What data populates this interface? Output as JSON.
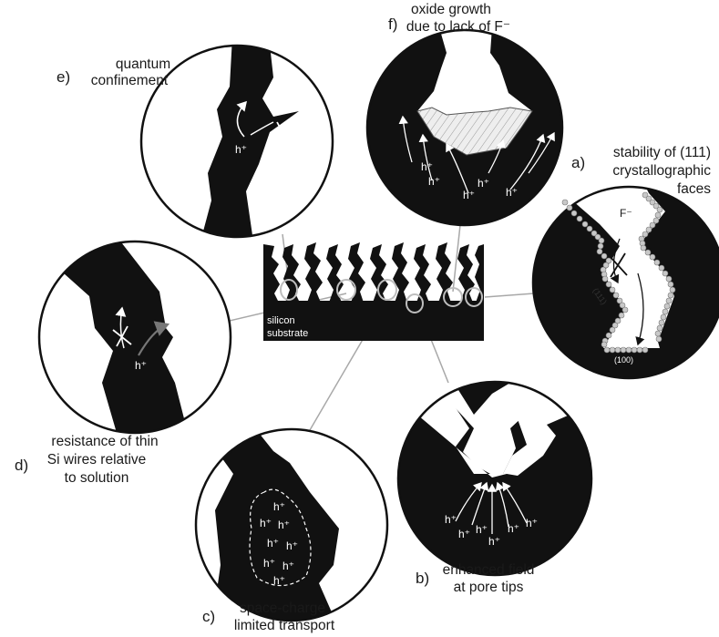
{
  "panels": {
    "a": {
      "letter": "a)",
      "lines": [
        "stability of (111)",
        "crystallographic",
        "faces"
      ],
      "ion": "F⁻",
      "face_111": "(111)",
      "face_100": "(100)"
    },
    "b": {
      "letter": "b)",
      "lines": [
        "enhanced field",
        "at pore tips"
      ],
      "hole": "h⁺"
    },
    "c": {
      "letter": "c)",
      "lines": [
        "space-charge",
        "limited transport"
      ],
      "hole": "h⁺"
    },
    "d": {
      "letter": "d)",
      "lines": [
        "resistance of thin",
        "Si wires relative",
        "to solution"
      ],
      "hole": "h⁺"
    },
    "e": {
      "letter": "e)",
      "lines": [
        "quantum",
        "confinement"
      ],
      "hole": "h⁺"
    },
    "f": {
      "letter": "f)",
      "lines": [
        "oxide growth",
        "due to lack of F⁻"
      ],
      "hole": "h⁺"
    }
  },
  "substrate": {
    "lines": [
      "silicon",
      "substrate"
    ]
  },
  "colors": {
    "silicon": "#111111",
    "background": "#ffffff",
    "connector": "#a8a8a8",
    "oxide": "#e8e8e8",
    "atom": "#c8c8c8"
  }
}
